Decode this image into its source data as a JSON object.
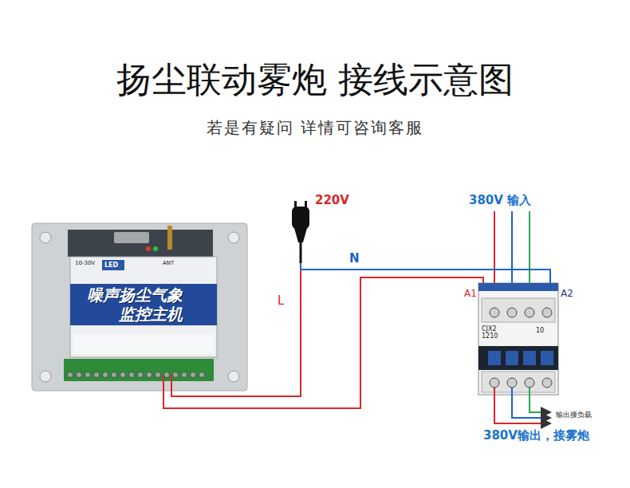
{
  "diagram": {
    "title": "扬尘联动雾炮 接线示意图",
    "caption": "若是有疑问 详情可咨询客服",
    "nodes": [
      {
        "text": [
          "噪声扬尘气象 监控主机"
        ]
      },
      {
        "text": [
          "220V"
        ]
      },
      {
        "text": [
          "CJX2 1210"
        ]
      }
    ],
    "edges": [
      {
        "from": 1,
        "to": 0,
        "label": "L",
        "arrow": "none"
      },
      {
        "from": 0,
        "to": 2,
        "arrow": "none"
      },
      {
        "from": 1,
        "to": 2,
        "label": "N",
        "arrow": "none"
      }
    ],
    "labels": [
      "380V 输入",
      "A1",
      "A2",
      "10",
      "输出接负载",
      "380V输出，接雾炮",
      "LED",
      "ANT",
      "10-30V"
    ]
  }
}
